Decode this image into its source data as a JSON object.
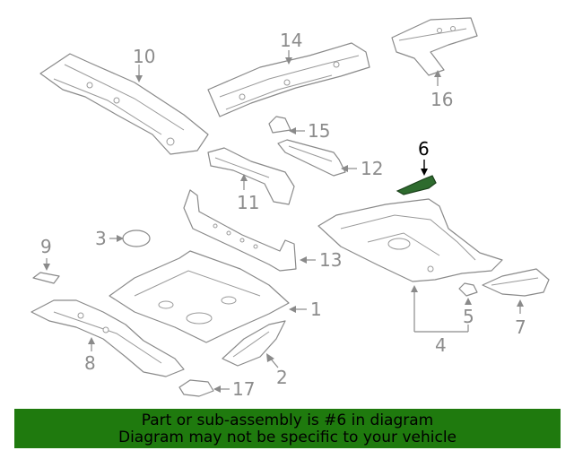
{
  "labels": {
    "l1": "1",
    "l2": "2",
    "l3": "3",
    "l4": "4",
    "l5": "5",
    "l6": "6",
    "l7": "7",
    "l8": "8",
    "l9": "9",
    "l10": "10",
    "l11": "11",
    "l12": "12",
    "l13": "13",
    "l14": "14",
    "l15": "15",
    "l16": "16",
    "l17": "17"
  },
  "highlight": {
    "part": "6",
    "color": "#2e6b2e"
  },
  "banner": {
    "line1": "Part or sub-assembly is #6 in diagram",
    "line2": "Diagram may not be specific to your vehicle",
    "background": "#1f7a0e"
  }
}
